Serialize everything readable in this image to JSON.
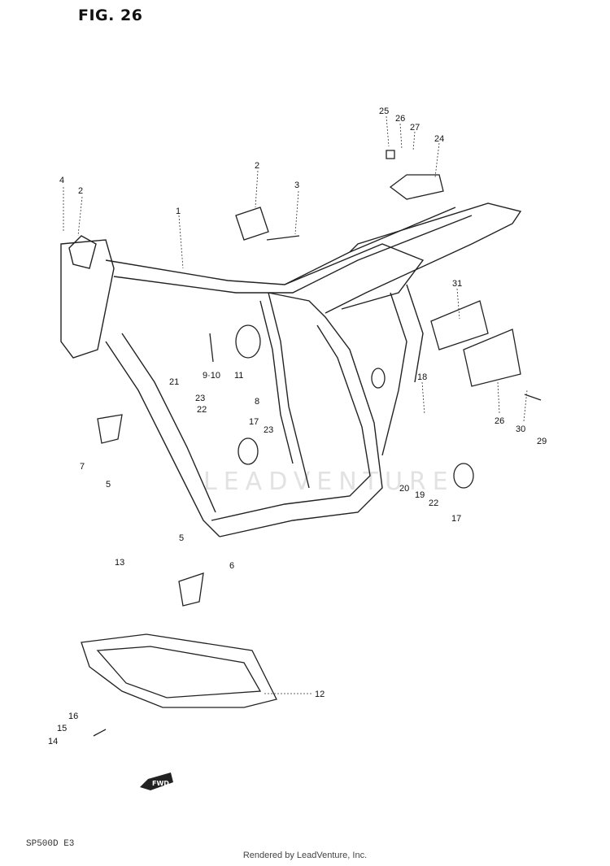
{
  "figure": {
    "title": "FIG. 26"
  },
  "callouts": [
    "25",
    "26",
    "27",
    "24",
    "4",
    "2",
    "2",
    "3",
    "1",
    "31",
    "9·10",
    "11",
    "8",
    "18",
    "21",
    "23",
    "22",
    "17",
    "23",
    "26",
    "30",
    "29",
    "7",
    "5",
    "20",
    "19",
    "22",
    "17",
    "5",
    "13",
    "6",
    "12",
    "16",
    "15",
    "14"
  ],
  "watermark": "LEADVENTURE",
  "arrow_label": "FWD",
  "model_code": "SP500D E3",
  "footer": "Rendered by LeadVenture, Inc."
}
